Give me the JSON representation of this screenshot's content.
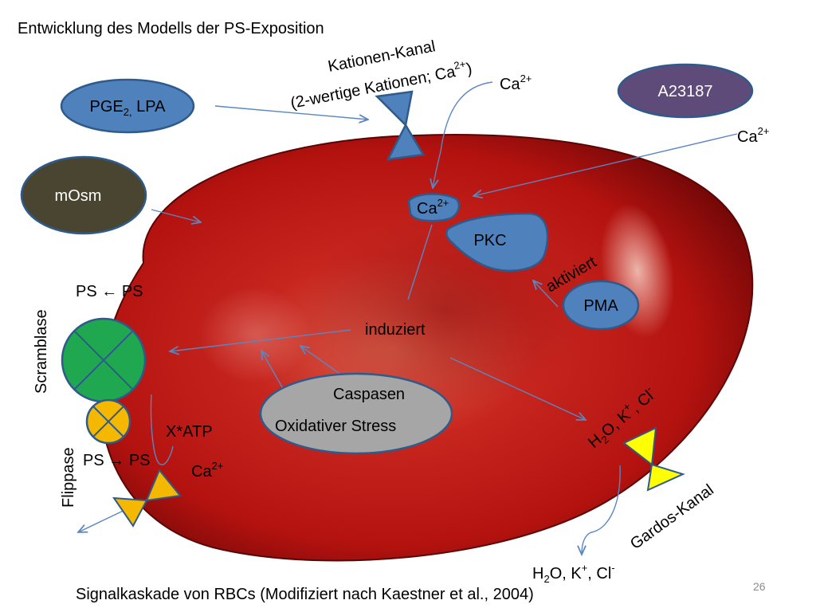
{
  "slide": {
    "title": "Entwicklung des Modells der PS-Exposition",
    "caption": "Signalkaskade von RBCs (Modifiziert nach Kaestner et al., 2004)",
    "page_number": "26"
  },
  "colors": {
    "cell_red": "#c41a1a",
    "cell_dark": "#7a0b0b",
    "blue_node": "#4f81bd",
    "blue_border": "#2e5a8c",
    "a23187": "#5f4b7a",
    "mosm": "#4a4530",
    "scramblase": "#1fa84f",
    "flippase": "#f5b800",
    "gardos": "#ffff00",
    "grey_node": "#a6a6a6",
    "arrow": "#5b86bf"
  },
  "labels": {
    "kationen_kanal_line1": "Kationen-Kanal",
    "kationen_kanal_line2": "(2-wertige Kationen; Ca",
    "kationen_kanal_sup": "2+",
    "kationen_kanal_close": ")",
    "ca_top": "Ca",
    "ca_top_sup": "2+",
    "ca_right": "Ca",
    "ca_right_sup": "2+",
    "pge_main": "PGE",
    "pge_sub": "2,",
    "pge_rest": " LPA",
    "a23187": "A23187",
    "mosm": "mOsm",
    "ca_inner": "Ca",
    "ca_inner_sup": "2+",
    "pkc": "PKC",
    "aktiviert": "aktiviert",
    "pma": "PMA",
    "induziert": "induziert",
    "caspasen": "Caspasen",
    "oxidativer_stress": "Oxidativer Stress",
    "scramblase": "Scramblase",
    "ps_scramble_left": "PS",
    "ps_scramble_arrow": "←",
    "ps_scramble_right": "PS",
    "flippase": "Flippase",
    "ps_flip_left": "PS",
    "ps_flip_arrow": "→",
    "ps_flip_right": "PS",
    "xatp": "X*ATP",
    "ca_flip": "Ca",
    "ca_flip_sup": "2+",
    "gardos_kanal": "Gardos-Kanal",
    "ion_h": "H",
    "ion_sub2": "2",
    "ion_o": "O, K",
    "ion_plus": "+",
    "ion_cl": ", Cl",
    "ion_minus": "-",
    "ion_rot_h": "H",
    "ion_rot_sub2": "2",
    "ion_rot_o": "O, K",
    "ion_rot_plus": "+",
    "ion_rot_cl": ", Cl",
    "ion_rot_minus": "-"
  }
}
